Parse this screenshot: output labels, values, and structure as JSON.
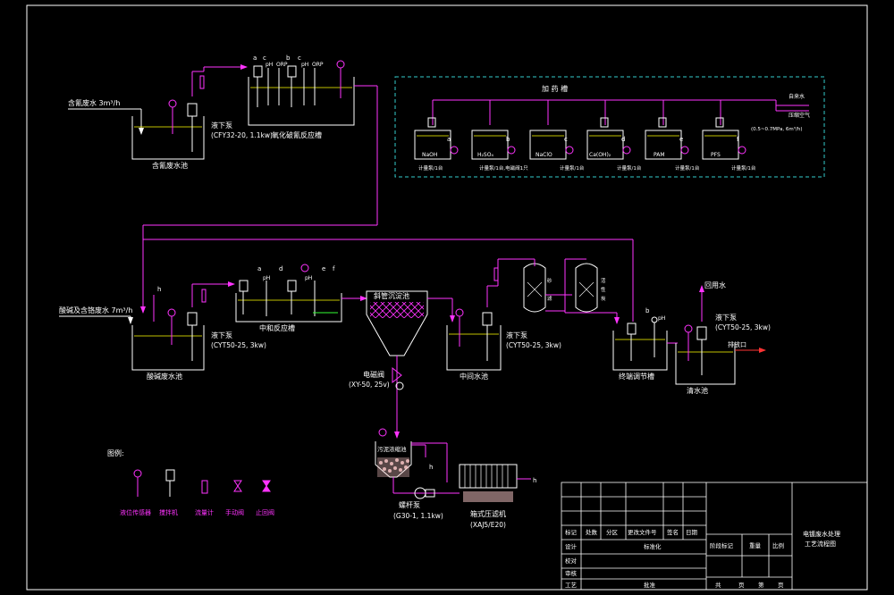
{
  "colors": {
    "bg": "#000000",
    "line": "#ffffff",
    "pipe": "#ff33ff",
    "dose": "#ff33ff",
    "chem": "#cc33cc",
    "red": "#ff3333",
    "yellow": "#ffff00",
    "cyan": "#33cccc",
    "green": "#33ff33"
  },
  "inflow_cyanide": "含氰废水 3m³/h",
  "inflow_acid": "酸碱及含铬废水 7m³/h",
  "tanks": {
    "cyanide_tank": "含氰废水池",
    "oxidation_tank": "氧化破氰反应槽",
    "acid_tank": "酸碱废水池",
    "neutral_tank": "中和反应槽",
    "settler": "斜管沉淀池",
    "mid_tank": "中间水池",
    "ph_tank": "终端调节槽",
    "clear_tank": "清水池",
    "sludge_tank": "污泥浓缩池"
  },
  "pumps": {
    "pump1": [
      "液下泵",
      "(CFY32-20, 1.1kw)"
    ],
    "pump2": [
      "液下泵",
      "(CYT50-25, 3kw)"
    ],
    "pump3": [
      "液下泵",
      "(CYT50-25, 3kw)"
    ],
    "pump4": [
      "液下泵",
      "(CYT50-25, 3kw)"
    ],
    "valve_e": [
      "电磁阀",
      "(XY-50, 25v)"
    ],
    "screw": [
      "螺杆泵",
      "(G30-1, 1.1kw)"
    ],
    "press": [
      "箱式压滤机",
      "(XAJ5/E20)"
    ]
  },
  "sensor_tags": {
    "oxid": [
      "pH",
      "ORP",
      "pH",
      "ORP"
    ],
    "neut": [
      "pH",
      "pH"
    ]
  },
  "letters": {
    "a": "a",
    "b": "b",
    "c": "c",
    "d": "d",
    "e": "e",
    "f": "f",
    "h": "h"
  },
  "dosing": {
    "title": "加 药 槽",
    "chems": [
      "NaOH",
      "H₂SO₄",
      "NaClO",
      "Ca(OH)₂",
      "PAM",
      "PFS"
    ],
    "pumps": [
      "计量泵/1台",
      "计量泵/1台,电磁阀1只",
      "计量泵/1台",
      "计量泵/1台",
      "计量泵/1台",
      "计量泵/1台"
    ],
    "tap": "自来水",
    "comp": "压缩空气",
    "note": "(0.5~0.7MPa, 6m³/h)"
  },
  "reuse_water": "回用水",
  "discharge": "排放口",
  "legend": {
    "title": "图例:",
    "items": [
      "液位传感器",
      "搅拌机",
      "流量计",
      "手动阀",
      "止回阀"
    ]
  },
  "title_block": {
    "row1": [
      "标记",
      "处数",
      "分区",
      "更改文件号",
      "签名",
      "日期"
    ],
    "row2": [
      "设计",
      "",
      "",
      "标准化",
      "",
      ""
    ],
    "row3": [
      "校对"
    ],
    "row4": [
      "审核"
    ],
    "row5": [
      "工艺",
      "",
      "",
      "批准"
    ],
    "stage": [
      "阶段标记",
      "重量",
      "比例"
    ],
    "pager": [
      "共",
      "页",
      "第",
      "页"
    ],
    "drawing_title": [
      "电镀废水处理",
      "工艺流程图"
    ]
  }
}
